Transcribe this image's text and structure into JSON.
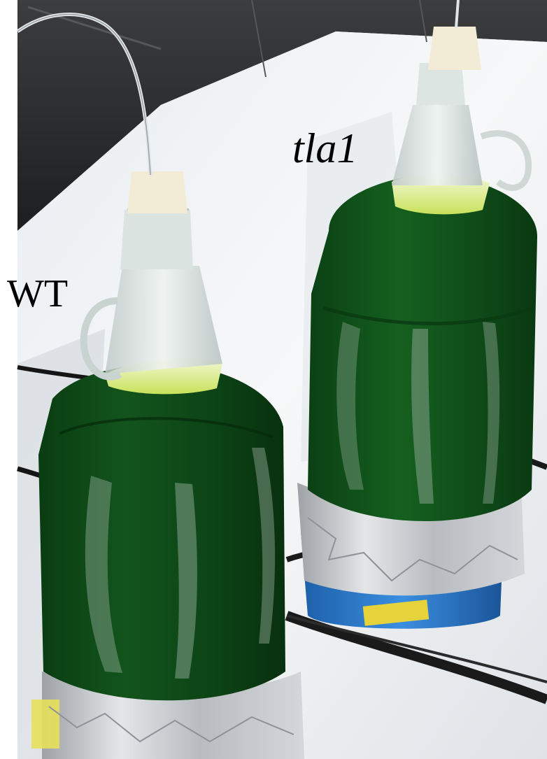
{
  "labels": {
    "left_bottle": "WT",
    "right_bottle": "tla1"
  },
  "colors": {
    "culture_green": "#0f4a16",
    "foam_yellow_green": "#cfe86a",
    "glass_highlight": "#e8f0ee",
    "foil_silver": "#c9cbcd",
    "stopper_cream": "#f2ecd6",
    "table_white": "#f4f5f6",
    "background_dark": "#2a2c2e",
    "stir_plate_blue": "#2a78c8"
  },
  "icons": {
    "left_bottle": "culture-bottle",
    "right_bottle": "culture-bottle",
    "tubing": "gas-tube"
  }
}
